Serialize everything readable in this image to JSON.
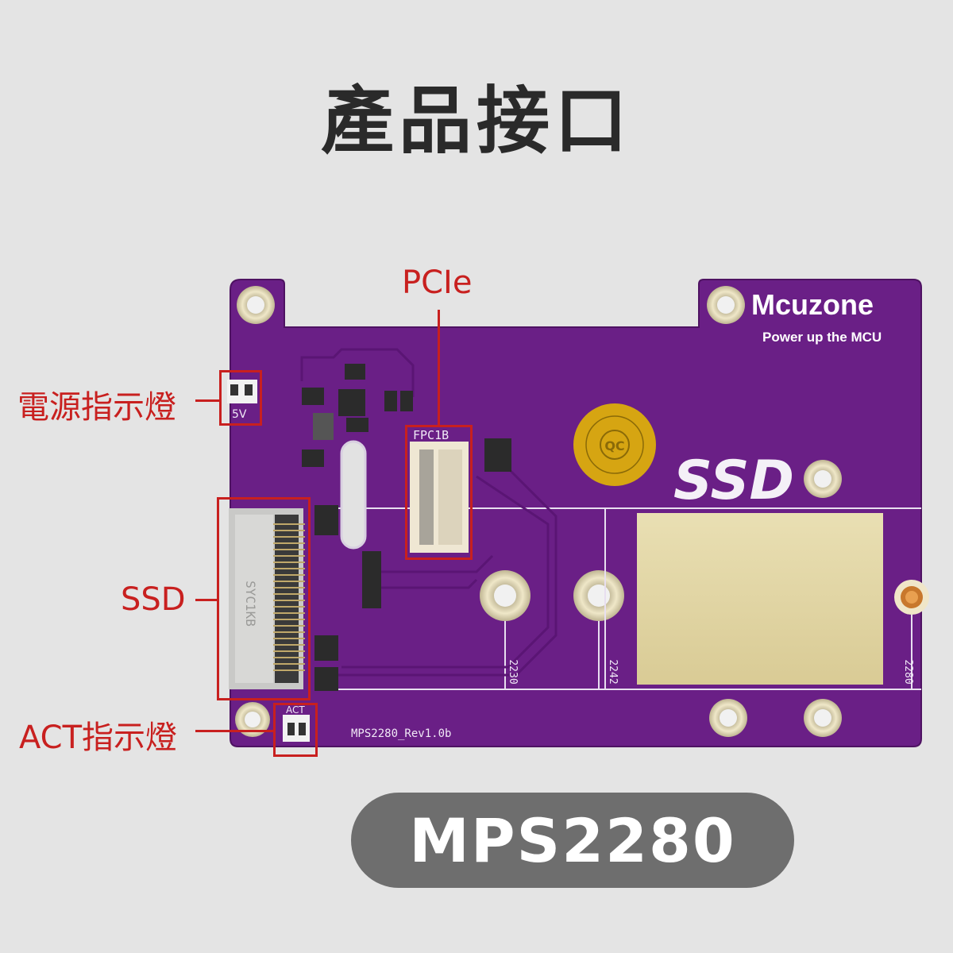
{
  "title": "產品接口",
  "callouts": {
    "power_led": "電源指示燈",
    "pcie": "PCIe",
    "ssd": "SSD",
    "act_led": "ACT指示燈"
  },
  "board": {
    "brand": "Mcuzone",
    "tagline": "Power up the MCU",
    "ssd_label": "SSD",
    "silk_5v": "5V",
    "silk_fpc": "FPC1B",
    "silk_act": "ACT",
    "silk_connector": "SYC1KB",
    "silk_revision": "MPS2280_Rev1.0b",
    "qc_sticker": "QC",
    "size_2230": "2230",
    "size_2242": "2242",
    "size_2280": "2280"
  },
  "model_name": "MPS2280",
  "colors": {
    "pcb": "#6a1f86",
    "callout": "#c8201f",
    "background": "#e4e4e4",
    "pill": "#6e6e6e"
  }
}
